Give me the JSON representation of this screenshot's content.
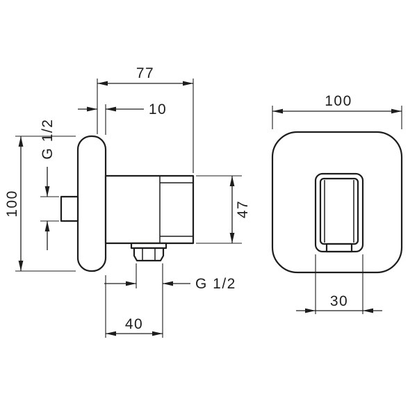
{
  "drawing": {
    "background": "#ffffff",
    "line_color": "#1d1d1b",
    "side_view": {
      "dim_projection_width": "77",
      "dim_plate_offset": "10",
      "dim_inlet_thread": "G 1/2",
      "dim_plate_height": "100",
      "dim_holder_height": "47",
      "dim_outlet_thread": "G 1/2",
      "dim_outlet_distance": "40"
    },
    "front_view": {
      "dim_plate_width": "100",
      "dim_holder_width": "30"
    }
  }
}
